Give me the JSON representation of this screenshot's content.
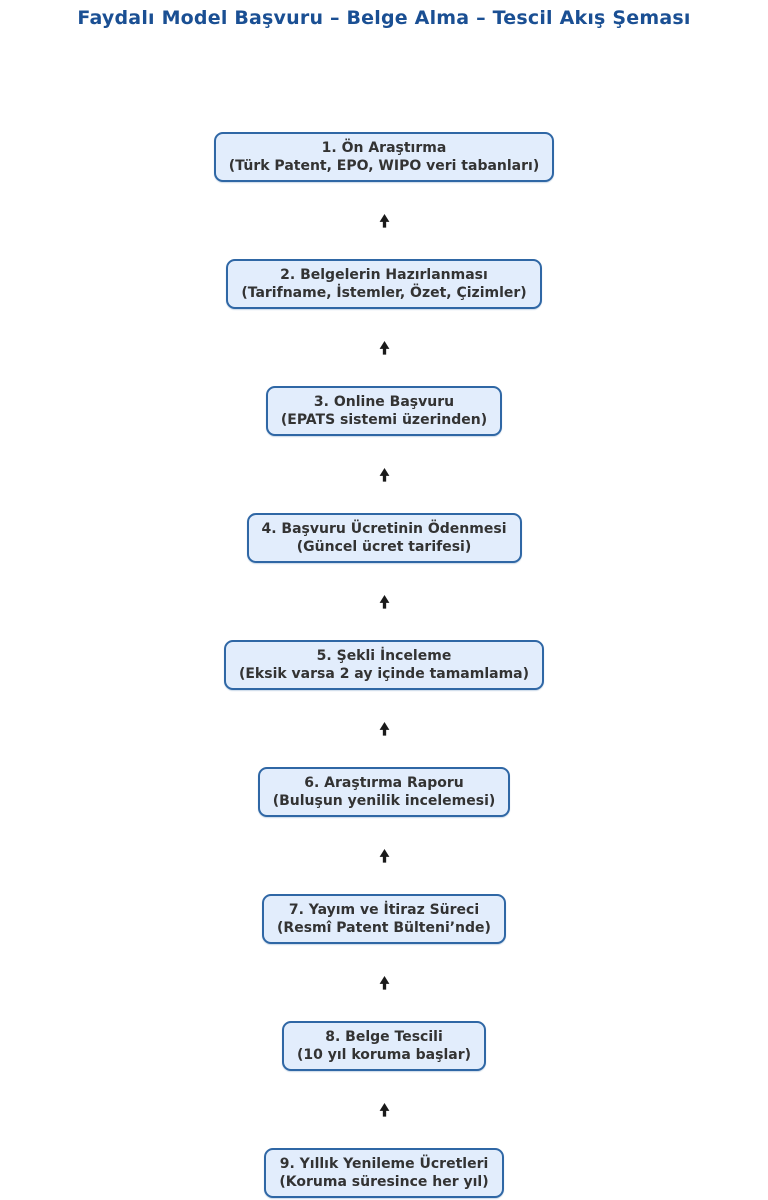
{
  "title": "Faydalı Model Başvuru – Belge Alma – Tescil Akış Şeması",
  "theme": {
    "background": "#ffffff",
    "title_color": "#1a4f93",
    "box_fill": "#e2edfc",
    "box_border": "#2f67a5",
    "box_text": "#333333",
    "arrow_color": "#1a1a1a"
  },
  "flow": {
    "arrow_icon": "up-arrow",
    "steps": [
      {
        "title": "1. Ön Araştırma",
        "subtitle": "(Türk Patent, EPO, WIPO veri tabanları)"
      },
      {
        "title": "2. Belgelerin Hazırlanması",
        "subtitle": "(Tarifname, İstemler, Özet, Çizimler)"
      },
      {
        "title": "3. Online Başvuru",
        "subtitle": "(EPATS sistemi üzerinden)"
      },
      {
        "title": "4. Başvuru Ücretinin Ödenmesi",
        "subtitle": "(Güncel ücret tarifesi)"
      },
      {
        "title": "5. Şekli İnceleme",
        "subtitle": "(Eksik varsa 2 ay içinde tamamlama)"
      },
      {
        "title": "6. Araştırma Raporu",
        "subtitle": "(Buluşun yenilik incelemesi)"
      },
      {
        "title": "7. Yayım ve İtiraz Süreci",
        "subtitle": "(Resmî Patent Bülteni’nde)"
      },
      {
        "title": "8. Belge Tescili",
        "subtitle": "(10 yıl koruma başlar)"
      },
      {
        "title": "9. Yıllık Yenileme Ücretleri",
        "subtitle": "(Koruma süresince her yıl)"
      }
    ]
  }
}
